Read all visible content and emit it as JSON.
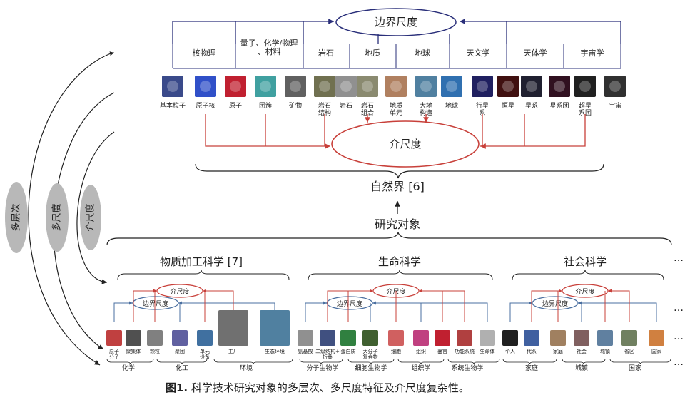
{
  "top": {
    "boundary_label": "边界尺度",
    "meso_label": "介尺度",
    "categories": [
      "核物理",
      "量子、化学/物理、材料",
      "岩石",
      "地质",
      "地球",
      "天文学",
      "天体学",
      "宇宙学"
    ],
    "items": [
      {
        "label": "基本粒子",
        "color": "#3a4a8a"
      },
      {
        "label": "原子核",
        "color": "#3050c8"
      },
      {
        "label": "原子",
        "color": "#c02030"
      },
      {
        "label": "团簇",
        "color": "#40a0a0"
      },
      {
        "label": "矿物",
        "color": "#606060"
      },
      {
        "label": "岩石结构",
        "color": "#707050"
      },
      {
        "label": "岩石",
        "color": "#909090"
      },
      {
        "label": "岩石组合",
        "color": "#8a8a70"
      },
      {
        "label": "地质单元",
        "color": "#b08060"
      },
      {
        "label": "大地构造",
        "color": "#5080a0"
      },
      {
        "label": "地球",
        "color": "#3070b0"
      },
      {
        "label": "行星系",
        "color": "#202060"
      },
      {
        "label": "恒星",
        "color": "#401010"
      },
      {
        "label": "星系",
        "color": "#202030"
      },
      {
        "label": "星系团",
        "color": "#301020"
      },
      {
        "label": "超星系团",
        "color": "#202020"
      },
      {
        "label": "宇宙",
        "color": "#303030"
      }
    ],
    "nature_label": "自然界 [6]",
    "research_label": "研究对象"
  },
  "side_labels": [
    "多层次",
    "多尺度",
    "介尺度"
  ],
  "bottom": {
    "sections": [
      {
        "title": "物质加工科学 [7]",
        "meso": "介尺度",
        "boundary": "边界尺度",
        "items": [
          {
            "label": "原子\n分子",
            "color": "#c04040"
          },
          {
            "label": "聚集体",
            "color": "#505050"
          },
          {
            "label": "颗粒",
            "color": "#808080"
          },
          {
            "label": "聚团",
            "color": "#6060a0"
          },
          {
            "label": "单元\n设备",
            "color": "#4070a0"
          },
          {
            "label": "工厂",
            "color": "#707070"
          },
          {
            "label": "生态环境",
            "color": "#5080a0"
          }
        ],
        "groups": [
          "化学",
          "化工",
          "环境"
        ]
      },
      {
        "title": "生命科学",
        "meso": "介尺度",
        "boundary": "边界尺度",
        "items": [
          {
            "label": "氨基酸",
            "color": "#909090"
          },
          {
            "label": "二级结构+\n折叠",
            "color": "#405080"
          },
          {
            "label": "蛋白质",
            "color": "#308040"
          },
          {
            "label": "大分子\n复合物",
            "color": "#406030"
          },
          {
            "label": "细胞",
            "color": "#d06060"
          },
          {
            "label": "组织",
            "color": "#c04080"
          },
          {
            "label": "器官",
            "color": "#c02030"
          },
          {
            "label": "功能系统",
            "color": "#b04040"
          },
          {
            "label": "生命体",
            "color": "#b0b0b0"
          }
        ],
        "groups": [
          "分子生物学",
          "细胞生物学",
          "组织学",
          "系统生物学"
        ]
      },
      {
        "title": "社会科学",
        "meso": "介尺度",
        "boundary": "边界尺度",
        "items": [
          {
            "label": "个人",
            "color": "#202020"
          },
          {
            "label": "代系",
            "color": "#4060a0"
          },
          {
            "label": "家庭",
            "color": "#a08060"
          },
          {
            "label": "社会",
            "color": "#806060"
          },
          {
            "label": "城镇",
            "color": "#6080a0"
          },
          {
            "label": "省区",
            "color": "#708060"
          },
          {
            "label": "国家",
            "color": "#d08040"
          }
        ],
        "groups": [
          "家庭",
          "城镇",
          "国家"
        ]
      }
    ],
    "ellipsis": "…"
  },
  "caption": {
    "figure": "图1.",
    "text": " 科学技术研究对象的多层次、多尺度特征及介尺度复杂性。"
  },
  "colors": {
    "navy": "#2a2f7a",
    "red": "#c8403a",
    "steel": "#4a6fa0",
    "oval": "#b8b8b8"
  }
}
